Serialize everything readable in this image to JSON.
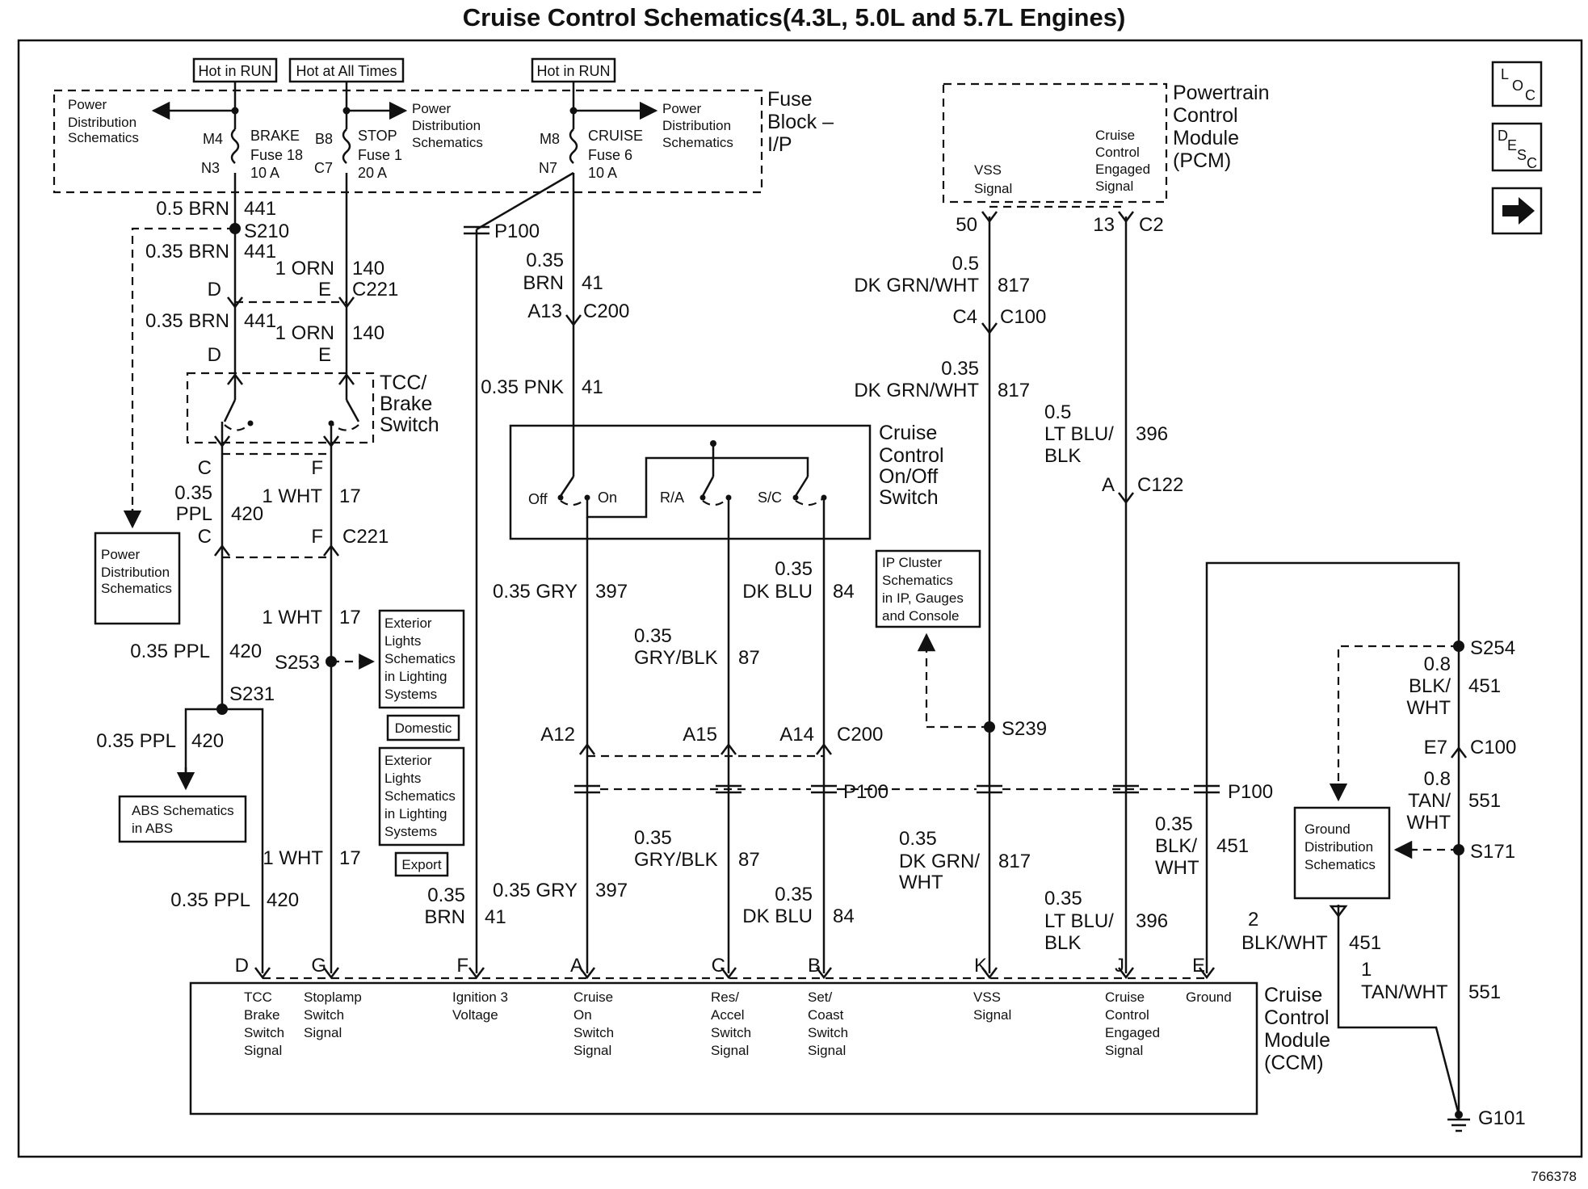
{
  "title": "Cruise Control Schematics(4.3L, 5.0L and 5.7L Engines)",
  "doc_number": "766378",
  "nav": {
    "loc_icon": "LOC",
    "desc_icon": "DESC",
    "next_icon": "arrow-right-icon"
  },
  "fuse_block": {
    "label_1": "Fuse",
    "label_2": "Block –",
    "label_3": "I/P",
    "hot_run_1": "Hot in RUN",
    "hot_all": "Hot at All Times",
    "hot_run_2": "Hot in RUN",
    "pd_1": [
      "Power",
      "Distribution",
      "Schematics"
    ],
    "pd_2": [
      "Power",
      "Distribution",
      "Schematics"
    ],
    "pd_3": [
      "Power",
      "Distribution",
      "Schematics"
    ],
    "brake_fuse": {
      "top": "M4",
      "bottom": "N3",
      "name": "BRAKE",
      "fuse": "Fuse 18",
      "amps": "10 A"
    },
    "stop_fuse": {
      "top": "B8",
      "bottom": "C7",
      "name": "STOP",
      "fuse": "Fuse 1",
      "amps": "20 A"
    },
    "cruise_fuse": {
      "top": "M8",
      "bottom": "N7",
      "name": "CRUISE",
      "fuse": "Fuse 6",
      "amps": "10 A"
    }
  },
  "pcm": {
    "label": [
      "Powertrain",
      "Control",
      "Module",
      "(PCM)"
    ],
    "vss": [
      "VSS",
      "Signal"
    ],
    "cce": [
      "Cruise",
      "Control",
      "Engaged",
      "Signal"
    ],
    "pin_vss": "50",
    "pin_cce": "13",
    "conn": "C2"
  },
  "wires": {
    "w1_size": "0.5 BRN",
    "w1_circ": "441",
    "s210": "S210",
    "w2_size": "0.35 BRN",
    "w2_circ": "441",
    "w3_size": "1 ORN",
    "w3_circ": "140",
    "c221_d": "D",
    "c221_e": "E",
    "c221": "C221",
    "w4_size": "0.35 BRN",
    "w4_circ": "441",
    "w5_size": "1 ORN",
    "w5_circ": "140",
    "tcc_d": "D",
    "tcc_e": "E",
    "tcc_c": "C",
    "tcc_f": "F",
    "w6_size_1": "0.35",
    "w6_size_2": "PPL",
    "w6_circ": "420",
    "w7_size": "1 WHT",
    "w7_circ": "17",
    "c221b_c": "C",
    "c221b_f": "F",
    "c221b": "C221",
    "w8_size": "1 WHT",
    "w8_circ": "17",
    "s253": "S253",
    "w9_size": "0.35 PPL",
    "w9_circ": "420",
    "s231": "S231",
    "w10_size": "0.35 PPL",
    "w10_circ": "420",
    "w11_size": "1 WHT",
    "w11_circ": "17",
    "w12_size": "0.35 PPL",
    "w12_circ": "420",
    "p100_a": "P100",
    "w13_size_1": "0.35",
    "w13_size_2": "BRN",
    "w13_circ": "41",
    "c200_a": "A13",
    "c200": "C200",
    "w14_size": "0.35 PNK",
    "w14_circ": "41",
    "w15_size": "0.35 GRY",
    "w15_circ": "397",
    "w16_size_1": "0.35",
    "w16_size_2": "GRY/BLK",
    "w16_circ": "87",
    "w17_size_1": "0.35",
    "w17_size_2": "DK BLU",
    "w17_circ": "84",
    "c200b_a12": "A12",
    "c200b_a15": "A15",
    "c200b_a14": "A14",
    "c200b": "C200",
    "p100_b": "P100",
    "w18_size_1": "0.35",
    "w18_size_2": "BRN",
    "w18_circ": "41",
    "w19_size": "0.35 GRY",
    "w19_circ": "397",
    "w20_size_1": "0.35",
    "w20_size_2": "GRY/BLK",
    "w20_circ": "87",
    "w21_size_1": "0.35",
    "w21_size_2": "DK BLU",
    "w21_circ": "84",
    "w22_size_1": "0.5",
    "w22_size_2": "DK GRN/WHT",
    "w22_circ": "817",
    "c100_c4": "C4",
    "c100": "C100",
    "w23_size_1": "0.35",
    "w23_size_2": "DK GRN/WHT",
    "w23_circ": "817",
    "w24_size_1": "0.5",
    "w24_size_2": "LT BLU/",
    "w24_size_3": "BLK",
    "w24_circ": "396",
    "c122_a": "A",
    "c122": "C122",
    "s239": "S239",
    "w25_size_1": "0.35",
    "w25_size_2": "DK GRN/",
    "w25_size_3": "WHT",
    "w25_circ": "817",
    "w26_size_1": "0.35",
    "w26_size_2": "LT BLU/",
    "w26_size_3": "BLK",
    "w26_circ": "396",
    "w27_size_1": "0.35",
    "w27_size_2": "BLK/",
    "w27_size_3": "WHT",
    "w27_circ": "451",
    "p100_c": "P100",
    "s254": "S254",
    "w28_size_1": "0.8",
    "w28_size_2": "BLK/",
    "w28_size_3": "WHT",
    "w28_circ": "451",
    "c100b_e7": "E7",
    "c100b": "C100",
    "w29_size_1": "0.8",
    "w29_size_2": "TAN/",
    "w29_size_3": "WHT",
    "w29_circ": "551",
    "s171": "S171",
    "w30_size_1": "2",
    "w30_size_2": "BLK/WHT",
    "w30_circ": "451",
    "w31_size_1": "1",
    "w31_size_2": "TAN/WHT",
    "w31_circ": "551",
    "g101": "G101"
  },
  "tcc_switch": [
    "TCC/",
    "Brake",
    "Switch"
  ],
  "cruise_switch": {
    "label": [
      "Cruise",
      "Control",
      "On/Off",
      "Switch"
    ],
    "off": "Off",
    "on": "On",
    "ra": "R/A",
    "sc": "S/C"
  },
  "boxes": {
    "pd_left": [
      "Power",
      "Distribution",
      "Schematics"
    ],
    "ext_1": [
      "Exterior",
      "Lights",
      "Schematics",
      "in Lighting",
      "Systems"
    ],
    "domestic": "Domestic",
    "ext_2": [
      "Exterior",
      "Lights",
      "Schematics",
      "in Lighting",
      "Systems"
    ],
    "export": "Export",
    "abs": [
      "ABS Schematics",
      "in ABS"
    ],
    "ip": [
      "IP Cluster",
      "Schematics",
      "in IP, Gauges",
      "and Console"
    ],
    "ground": [
      "Ground",
      "Distribution",
      "Schematics"
    ]
  },
  "ccm": {
    "label": [
      "Cruise",
      "Control",
      "Module",
      "(CCM)"
    ],
    "pins": [
      "D",
      "G",
      "F",
      "A",
      "C",
      "B",
      "K",
      "J",
      "E"
    ],
    "pin_labels": [
      [
        "TCC",
        "Brake",
        "Switch",
        "Signal"
      ],
      [
        "Stoplamp",
        "Switch",
        "Signal"
      ],
      [
        "Ignition 3",
        "Voltage"
      ],
      [
        "Cruise",
        "On",
        "Switch",
        "Signal"
      ],
      [
        "Res/",
        "Accel",
        "Switch",
        "Signal"
      ],
      [
        "Set/",
        "Coast",
        "Switch",
        "Signal"
      ],
      [
        "VSS",
        "Signal"
      ],
      [
        "Cruise",
        "Control",
        "Engaged",
        "Signal"
      ],
      [
        "Ground"
      ]
    ]
  }
}
